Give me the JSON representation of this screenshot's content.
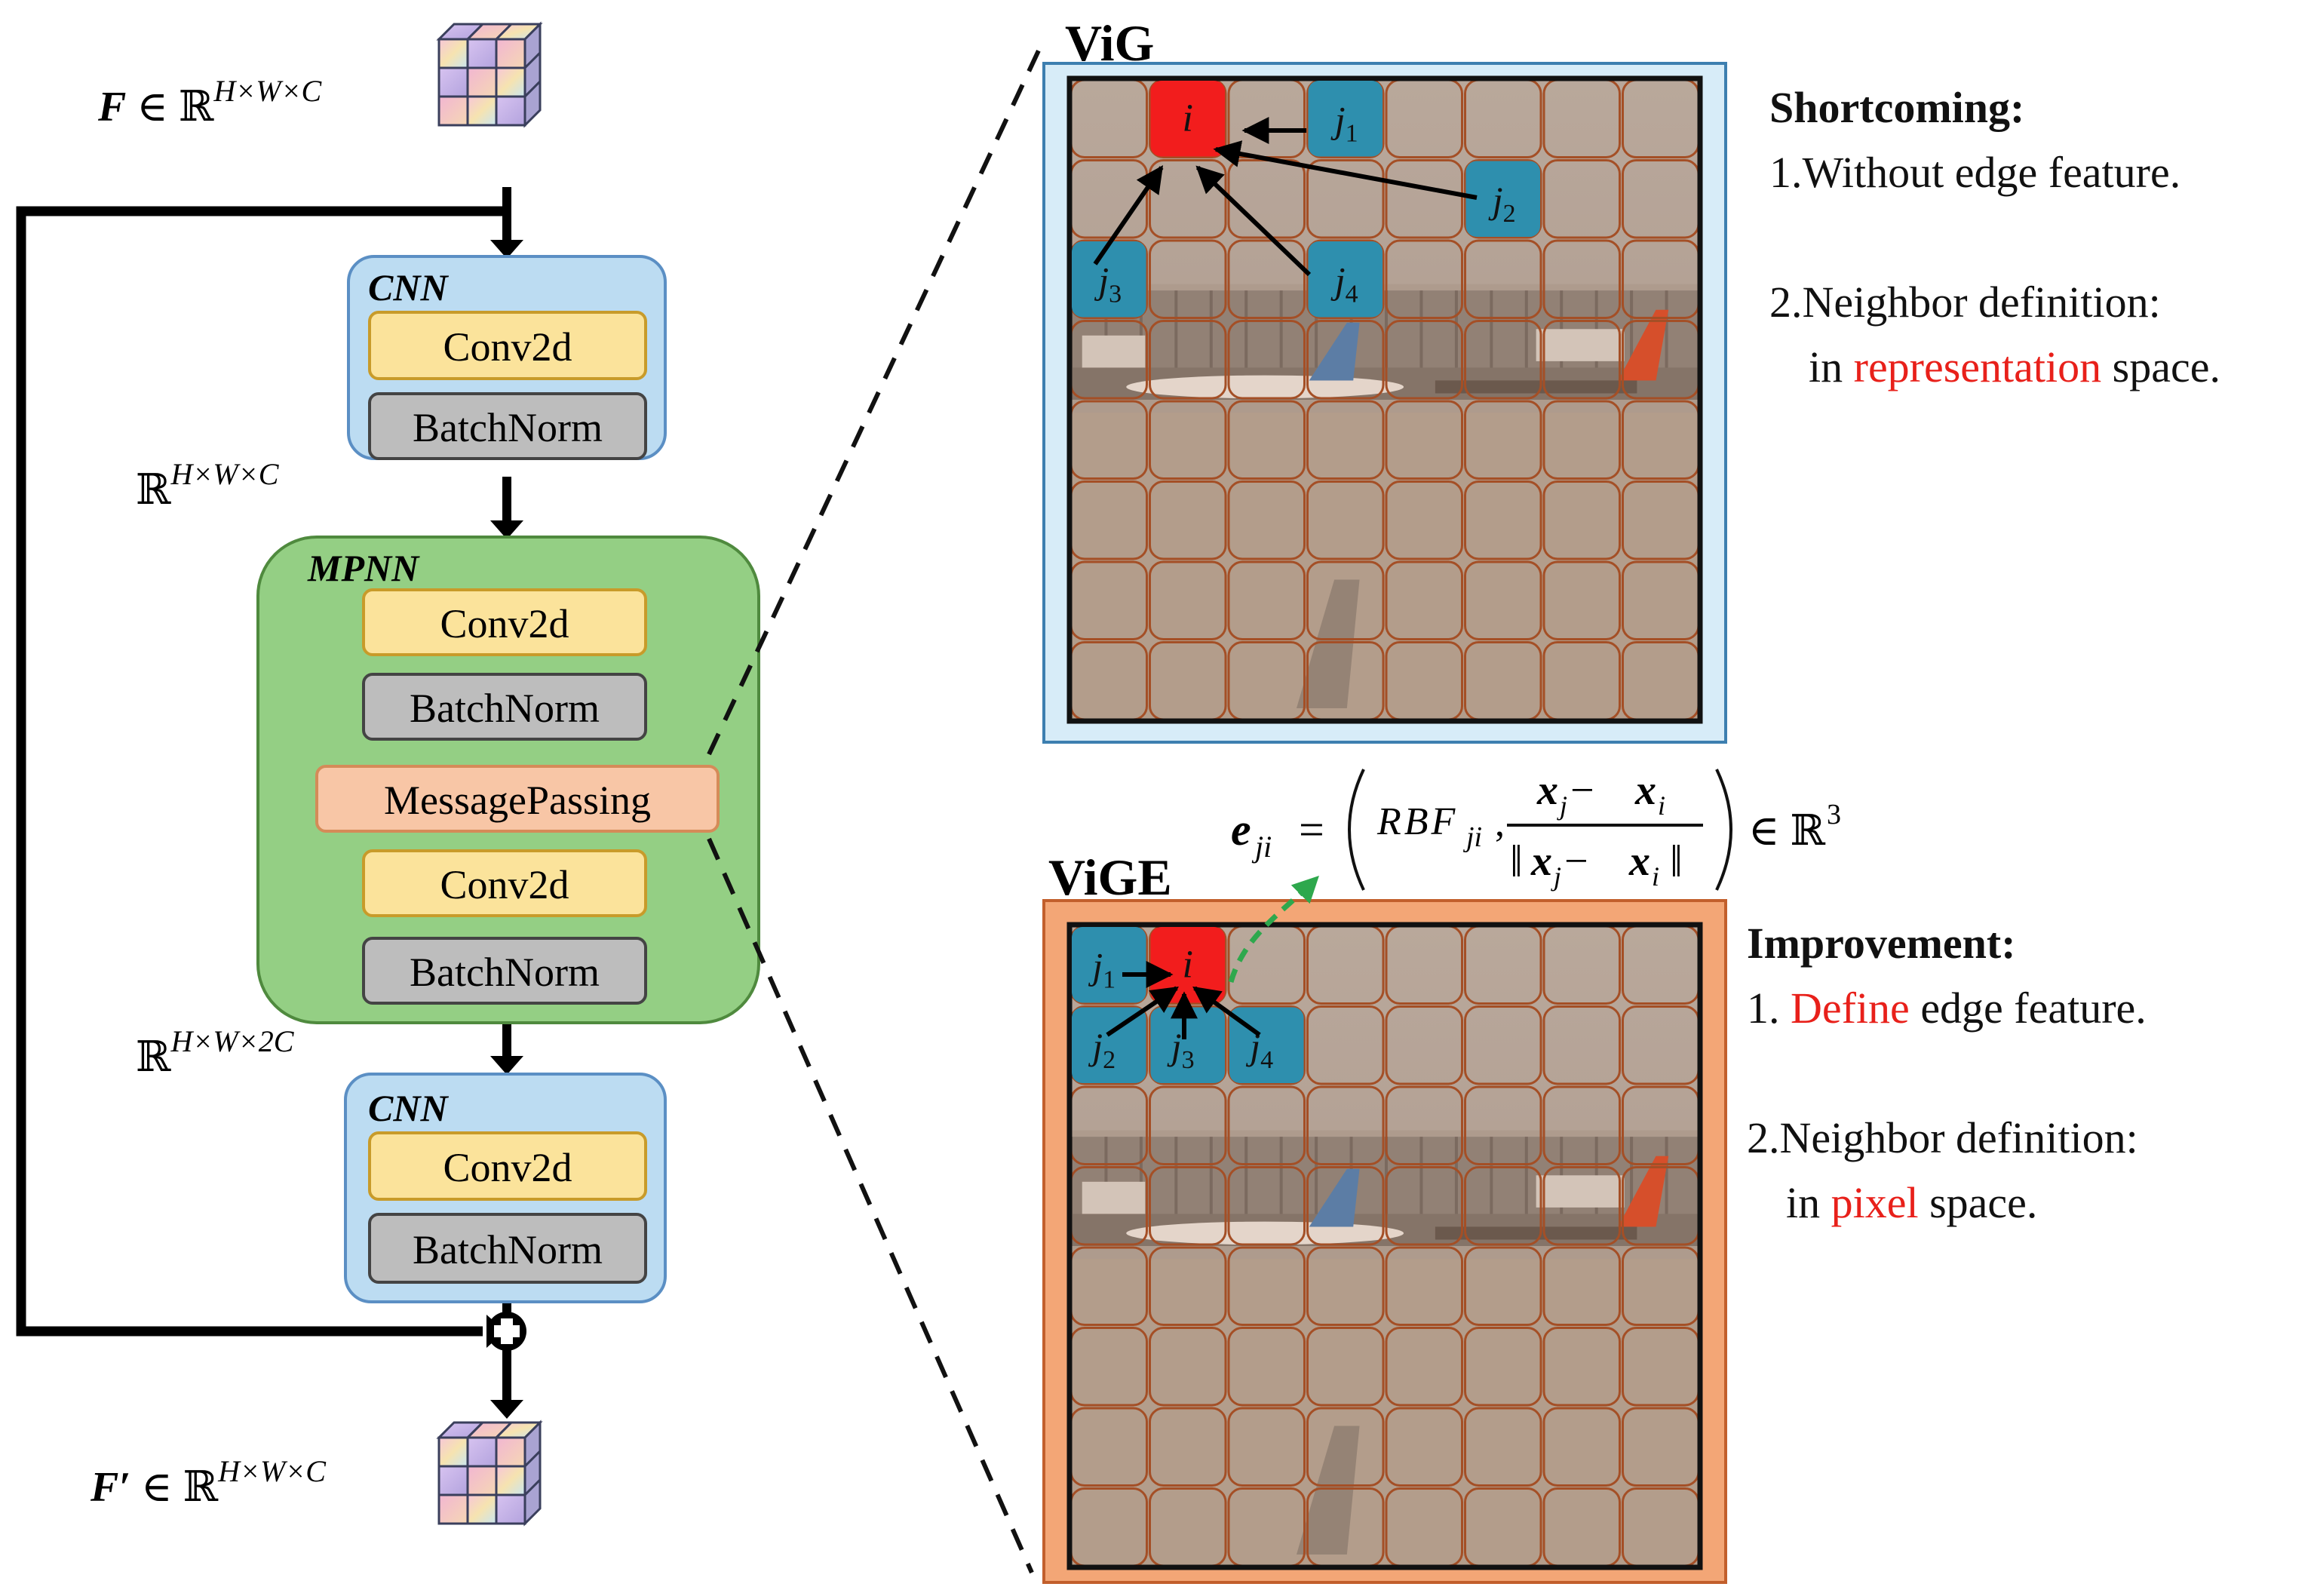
{
  "left": {
    "input_label": "F ∈ ℝ",
    "input_sup": "H×W×C",
    "output_label": "F′ ∈ ℝ",
    "output_sup": "H×W×C",
    "mid_label_1": "ℝ",
    "mid_sup_1": "H×W×C",
    "mid_label_2": "ℝ",
    "mid_sup_2": "H×W×2C",
    "cnn_top": {
      "title": "CNN",
      "layers": [
        "Conv2d",
        "BatchNorm"
      ]
    },
    "mpnn": {
      "title": "MPNN",
      "layers": [
        "Conv2d",
        "BatchNorm",
        "MessagePassing",
        "Conv2d",
        "BatchNorm"
      ]
    },
    "cnn_bottom": {
      "title": "CNN",
      "layers": [
        "Conv2d",
        "BatchNorm"
      ]
    }
  },
  "vig": {
    "title": "ViG",
    "node_i": "i",
    "nodes": [
      {
        "name": "j",
        "sub": "1"
      },
      {
        "name": "j",
        "sub": "2"
      },
      {
        "name": "j",
        "sub": "3"
      },
      {
        "name": "j",
        "sub": "4"
      }
    ],
    "shortcoming": {
      "heading": "Shortcoming:",
      "item1": "1.Without edge feature.",
      "item2_line1": "2.Neighbor definition:",
      "item2_pre": "in ",
      "item2_red": "representation",
      "item2_post": " space."
    }
  },
  "formula": {
    "lhs": "e",
    "lhs_sub": "ji",
    "eq": "=",
    "rbf": "RBF",
    "rbf_sub": "ji",
    "comma": ",",
    "num": "x",
    "num_sub_j": "j",
    "minus": " − ",
    "num_sub_i": "i",
    "in": "∈ ℝ",
    "in_sup": "3"
  },
  "vige": {
    "title": "ViGE",
    "node_i": "i",
    "nodes": [
      {
        "name": "j",
        "sub": "1"
      },
      {
        "name": "j",
        "sub": "2"
      },
      {
        "name": "j",
        "sub": "3"
      },
      {
        "name": "j",
        "sub": "4"
      }
    ],
    "improvement": {
      "heading": "Improvement:",
      "item1_pre": "1. ",
      "item1_red": "Define",
      "item1_post": " edge feature.",
      "item2_line1": "2.Neighbor definition:",
      "item2_pre": "in ",
      "item2_red": "pixel",
      "item2_post": " space."
    }
  },
  "colors": {
    "cnn_fill": "#bcdcf2",
    "cnn_stroke": "#5b8fc4",
    "mpnn_fill": "#94cf84",
    "mpnn_stroke": "#4f8a3e",
    "conv_fill": "#fbe39b",
    "conv_stroke": "#c89b2a",
    "bn_fill": "#bdbdbd",
    "bn_stroke": "#444444",
    "mp_fill": "#f8c6a6",
    "mp_stroke": "#d58b58",
    "node_i": "#f21d1d",
    "node_j": "#2e8fae",
    "vig_frame": "#d7ecf8",
    "vige_frame": "#f3a676",
    "grid_line": "#a44f26",
    "green_arrow": "#2ea84d",
    "red_text": "#e8201a"
  }
}
